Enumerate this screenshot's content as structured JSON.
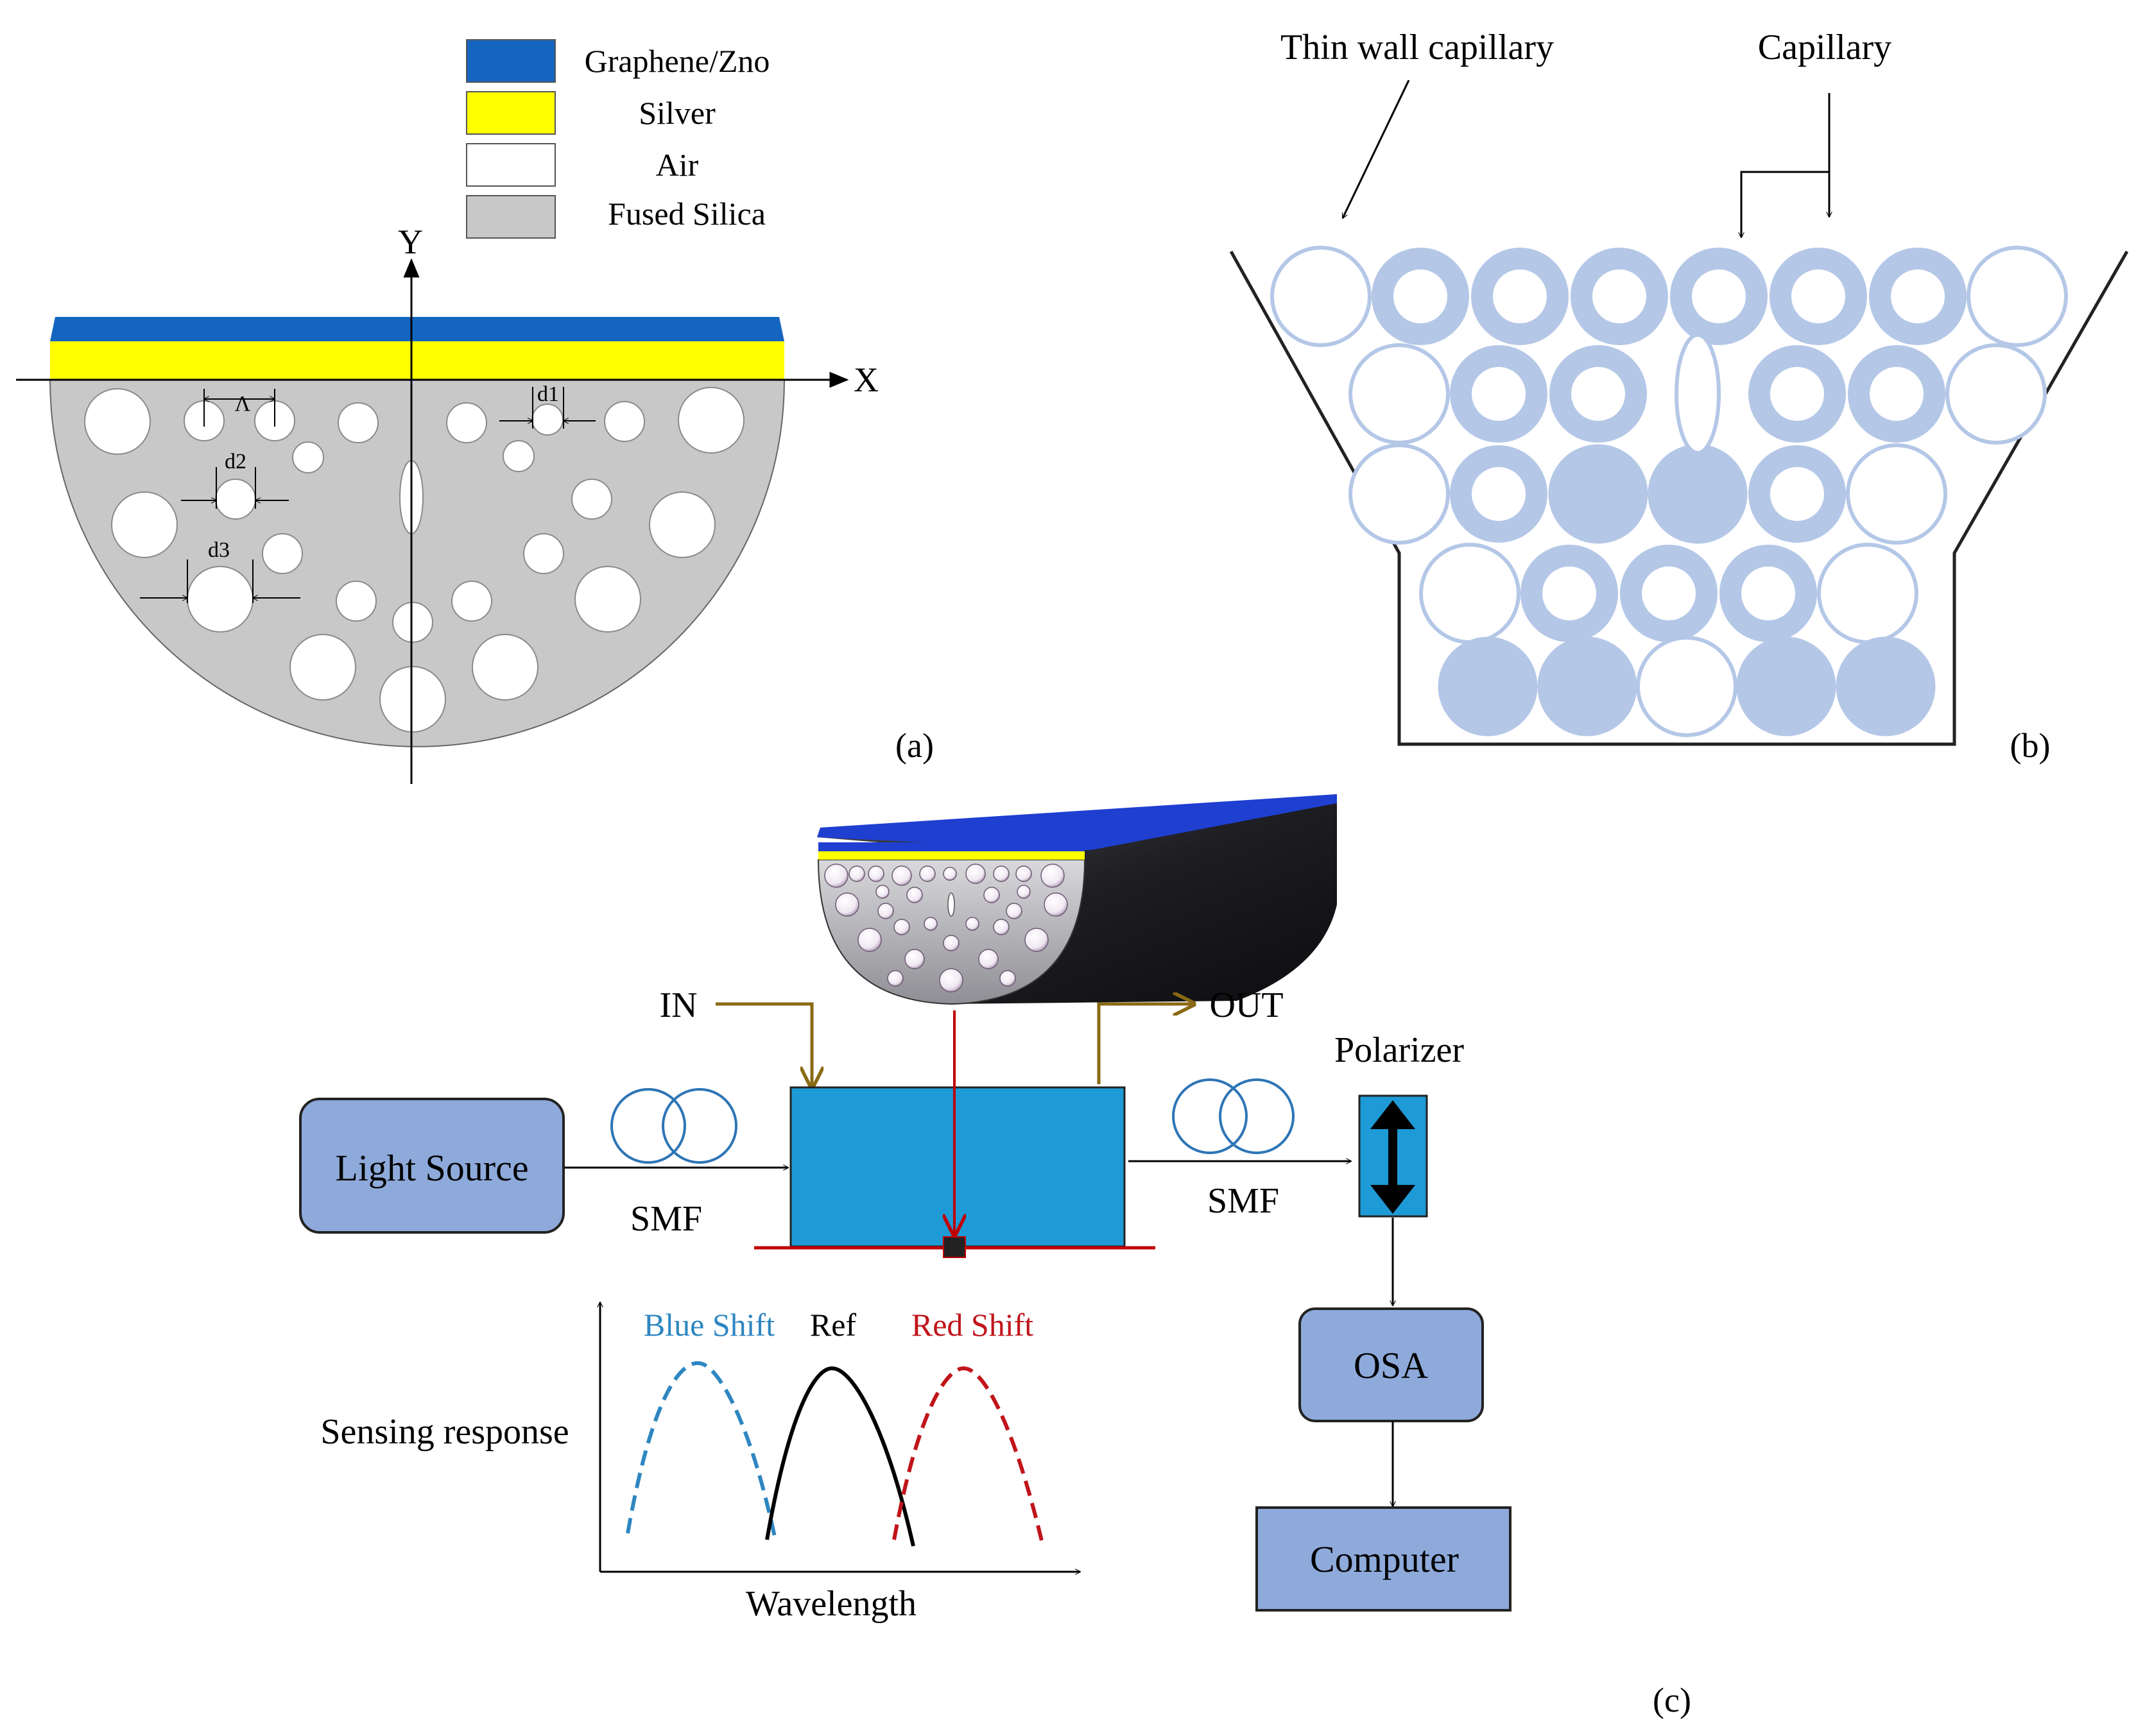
{
  "colors": {
    "graphene": "#1565c0",
    "silver": "#ffff00",
    "air": "#ffffff",
    "silica": "#c8c8c8",
    "capillary": "#b4c7e7",
    "boxFill": "#8eaadb",
    "chip": "#1e9ad6",
    "fiberTop": "#1f3fd1",
    "fiberBody": "#2a2a2e",
    "inOutArrow": "#8a6a14",
    "red": "#c00000",
    "blueShift": "#2e86c1",
    "ref": "#000000",
    "redShift": "#c0141a",
    "smf": "#2e75b6"
  },
  "panel_a": {
    "label": "(a)",
    "legend": [
      {
        "text": "Graphene/Zno",
        "color": "#1565c0"
      },
      {
        "text": "Silver",
        "color": "#ffff00"
      },
      {
        "text": "Air",
        "color": "#ffffff"
      },
      {
        "text": "Fused Silica",
        "color": "#c8c8c8"
      }
    ],
    "axis_x": "X",
    "axis_y": "Y",
    "labels": {
      "pitch": "Λ",
      "d1": "d1",
      "d2": "d2",
      "d3": "d3"
    }
  },
  "panel_b": {
    "label": "(b)",
    "thin_wall": "Thin wall capillary",
    "capillary": "Capillary"
  },
  "panel_c": {
    "label": "(c)",
    "in": "IN",
    "out": "OUT",
    "light_source": "Light Source",
    "smf_left": "SMF",
    "smf_right": "SMF",
    "polarizer": "Polarizer",
    "osa": "OSA",
    "computer": "Computer",
    "blue_shift": "Blue Shift",
    "ref": "Ref",
    "red_shift": "Red Shift",
    "ylabel": "Sensing response",
    "xlabel": "Wavelength"
  }
}
